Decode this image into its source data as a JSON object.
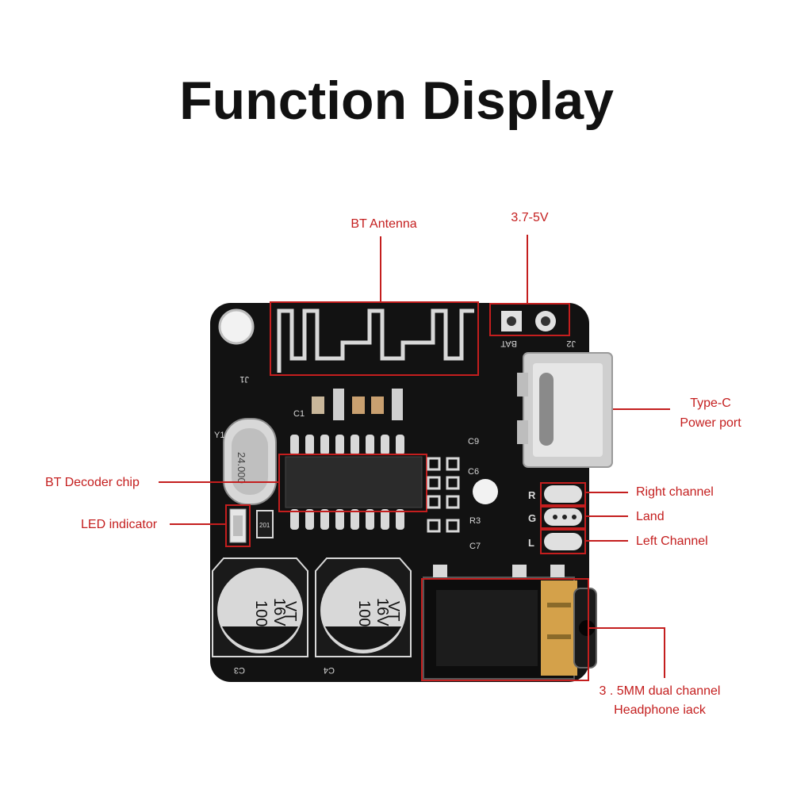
{
  "title": "Function Display",
  "colors": {
    "accent": "#c41e1e",
    "board": "#121212",
    "silk": "#d8d8d8",
    "gold": "#d4a14a"
  },
  "labels": {
    "bt_antenna": "BT Antenna",
    "voltage": "3.7-5V",
    "type_c_line1": "Type-C",
    "type_c_line2": "Power port",
    "bt_decoder": "BT Decoder chip",
    "led": "LED indicator",
    "right_channel": "Right channel",
    "land": "Land",
    "left_channel": "Left Channel",
    "jack_line1": "3 . 5MM dual channel",
    "jack_line2": "Headphone iack"
  },
  "board_marks": {
    "crystal": "24.000",
    "cap_value": "100",
    "cap_voltage": "16V",
    "cap_series": "VT",
    "cap_left_ref": "C3",
    "cap_right_ref": "C4",
    "bat": "BAT",
    "j2": "J2",
    "j1": "J1",
    "y1": "Y1",
    "c1": "C1",
    "c9": "C9",
    "c6": "C6",
    "r3": "R3",
    "c7": "C7",
    "pad_r": "R",
    "pad_g": "G",
    "pad_l": "L",
    "r_mark": "201"
  }
}
